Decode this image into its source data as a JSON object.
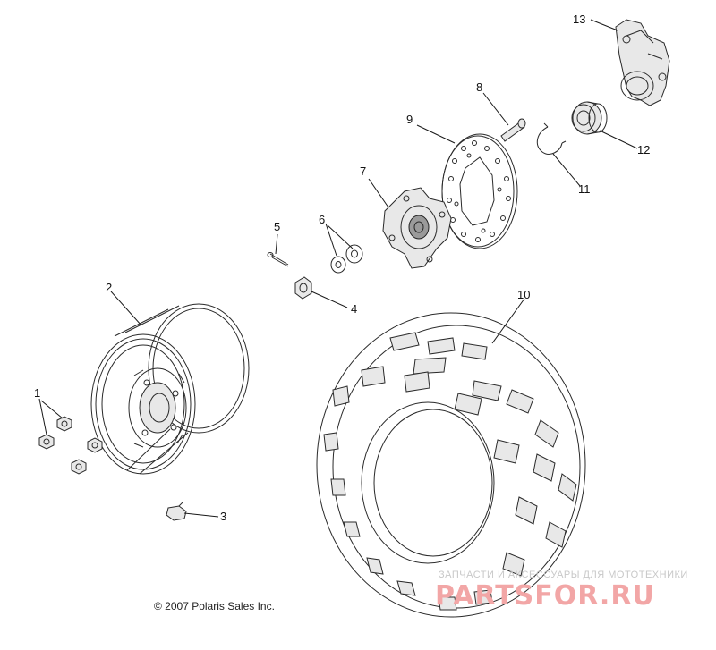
{
  "diagram": {
    "callouts": [
      {
        "id": "1",
        "label": "1"
      },
      {
        "id": "2",
        "label": "2"
      },
      {
        "id": "3",
        "label": "3"
      },
      {
        "id": "4",
        "label": "4"
      },
      {
        "id": "5",
        "label": "5"
      },
      {
        "id": "6",
        "label": "6"
      },
      {
        "id": "7",
        "label": "7"
      },
      {
        "id": "8",
        "label": "8"
      },
      {
        "id": "9",
        "label": "9"
      },
      {
        "id": "10",
        "label": "10"
      },
      {
        "id": "11",
        "label": "11"
      },
      {
        "id": "12",
        "label": "12"
      },
      {
        "id": "13",
        "label": "13"
      }
    ],
    "copyright": "© 2007 Polaris Sales Inc."
  },
  "watermark": {
    "tagline": "ЗАПЧАСТИ И АКСЕССУАРЫ ДЛЯ МОТОТЕХНИКИ",
    "brand": "PARTSFOR.RU"
  }
}
